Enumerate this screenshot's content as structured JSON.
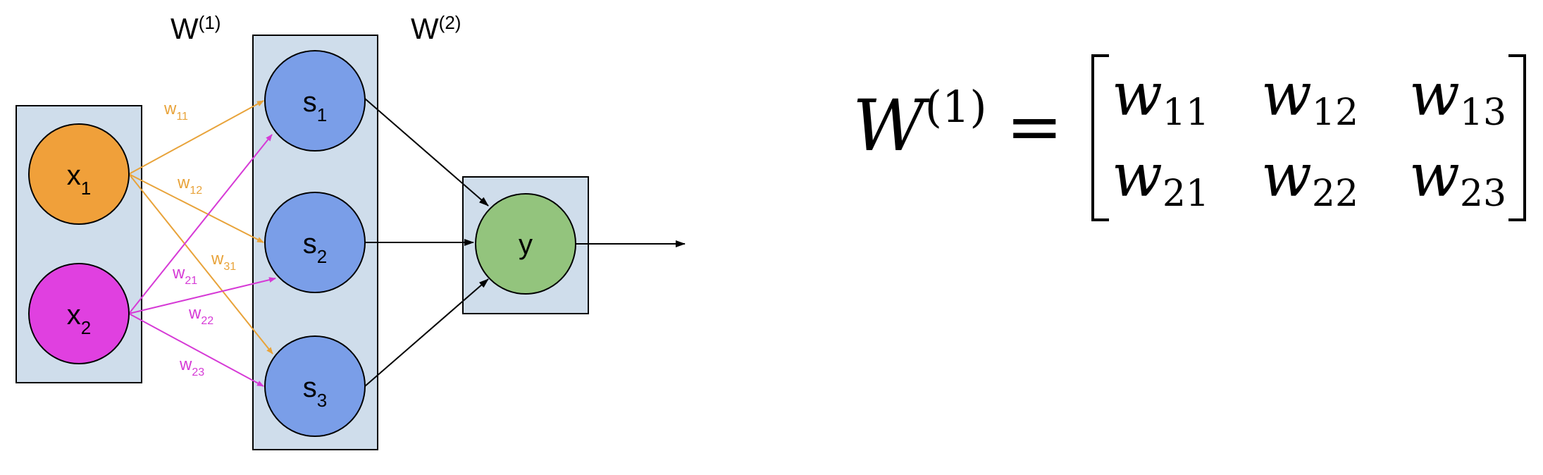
{
  "layer_labels": {
    "w1": {
      "base": "W",
      "sup": "(1)"
    },
    "w2": {
      "base": "W",
      "sup": "(2)"
    }
  },
  "nodes": {
    "x1": {
      "base": "x",
      "sub": "1",
      "color": "#F0A03A"
    },
    "x2": {
      "base": "x",
      "sub": "2",
      "color": "#E040E0"
    },
    "s1": {
      "base": "s",
      "sub": "1",
      "color": "#7A9EE8"
    },
    "s2": {
      "base": "s",
      "sub": "2",
      "color": "#7A9EE8"
    },
    "s3": {
      "base": "s",
      "sub": "3",
      "color": "#7A9EE8"
    },
    "y": {
      "base": "y",
      "color": "#93C47D"
    }
  },
  "edge_labels": {
    "w11": {
      "base": "w",
      "sub": "11"
    },
    "w12": {
      "base": "w",
      "sub": "12"
    },
    "w31": {
      "base": "w",
      "sub": "31"
    },
    "w21": {
      "base": "w",
      "sub": "21"
    },
    "w22": {
      "base": "w",
      "sub": "22"
    },
    "w23": {
      "base": "w",
      "sub": "23"
    }
  },
  "colors": {
    "box_fill": "#CFDDEB",
    "x1_edges": "#E8A33A",
    "x2_edges": "#D63AD6",
    "hidden_edges": "#000000"
  },
  "equation": {
    "lhs": {
      "base": "W",
      "sup": "(1)"
    },
    "equals": "=",
    "matrix": [
      [
        {
          "base": "w",
          "sub": "11"
        },
        {
          "base": "w",
          "sub": "12"
        },
        {
          "base": "w",
          "sub": "13"
        }
      ],
      [
        {
          "base": "w",
          "sub": "21"
        },
        {
          "base": "w",
          "sub": "22"
        },
        {
          "base": "w",
          "sub": "23"
        }
      ]
    ]
  }
}
